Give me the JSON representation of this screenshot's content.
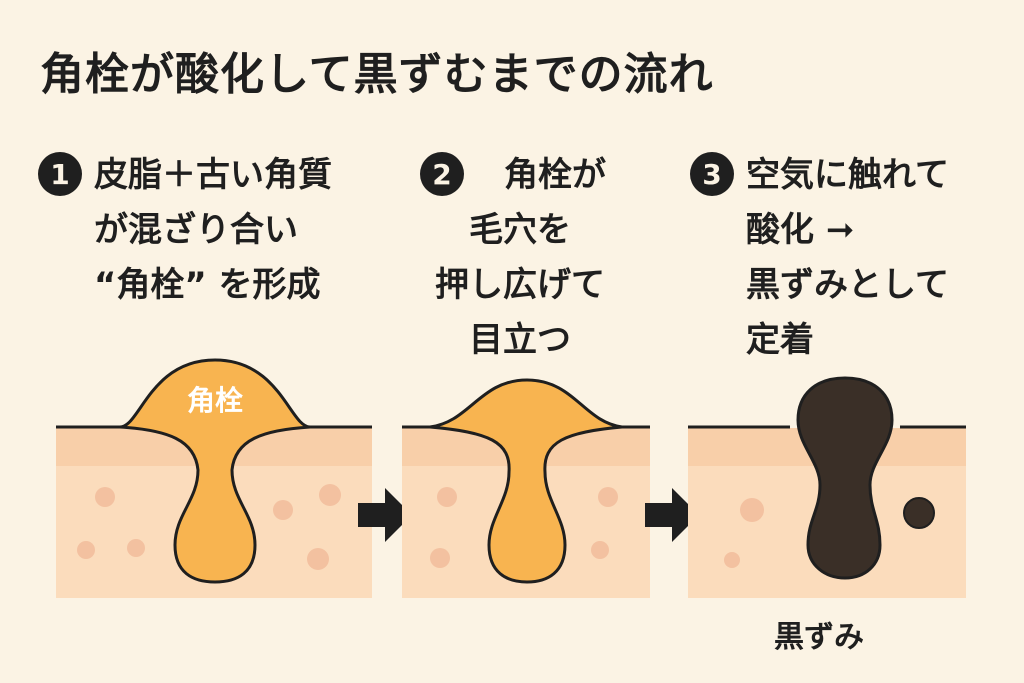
{
  "title": "角栓が酸化して黒ずむまでの流れ",
  "steps": [
    {
      "number": "1",
      "lines": [
        "皮脂＋古い角質",
        "が混ざり合い",
        "“角栓” を形成"
      ]
    },
    {
      "number": "2",
      "lines": [
        "角栓が",
        "毛穴を",
        "押し広げて",
        "目立つ"
      ]
    },
    {
      "number": "3",
      "lines": [
        "空気に触れて",
        "酸化 ➞",
        "黒ずみとして",
        "定着"
      ]
    }
  ],
  "plug_label": "角栓",
  "blackhead_label": "黒ずみ",
  "colors": {
    "background": "#fbf3e4",
    "skin": "#fbdcbc",
    "skin_top": "#f8cfa9",
    "pore_dot": "#f3c1a0",
    "plug": "#f8b450",
    "oxidized": "#3a2f27",
    "outline": "#1f1f1f"
  }
}
